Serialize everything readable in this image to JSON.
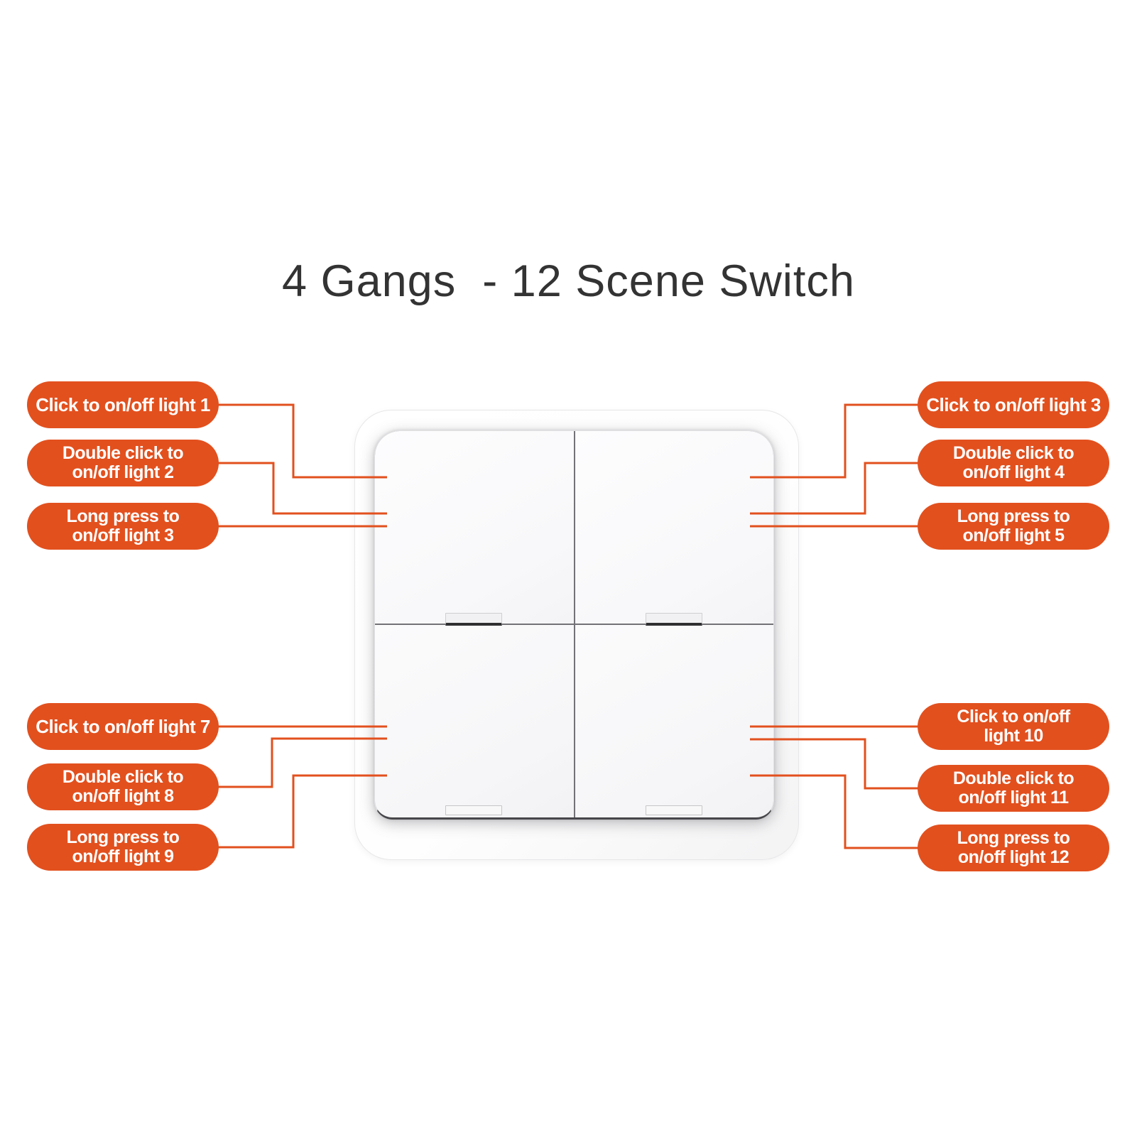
{
  "title": "4 Gangs  - 12 Scene Switch",
  "colors": {
    "accent": "#E2501E",
    "title_text": "#333333",
    "pill_text": "#FFFFFF"
  },
  "callouts": {
    "left_top": [
      {
        "line1": "Click to on/off light 1"
      },
      {
        "line1": "Double click to",
        "line2": "on/off light 2"
      },
      {
        "line1": "Long press to",
        "line2": "on/off light 3"
      }
    ],
    "right_top": [
      {
        "line1": "Click to on/off light 3"
      },
      {
        "line1": "Double click to",
        "line2": "on/off light 4"
      },
      {
        "line1": "Long press to",
        "line2": "on/off light 5"
      }
    ],
    "left_bottom": [
      {
        "line1": "Click to on/off light 7"
      },
      {
        "line1": "Double click to",
        "line2": "on/off light 8"
      },
      {
        "line1": "Long press to",
        "line2": "on/off light 9"
      }
    ],
    "right_bottom": [
      {
        "line1": "Click to on/off",
        "line2": "light 10"
      },
      {
        "line1": "Double click to",
        "line2": "on/off light 11"
      },
      {
        "line1": "Long press to",
        "line2": "on/off light 12"
      }
    ]
  }
}
